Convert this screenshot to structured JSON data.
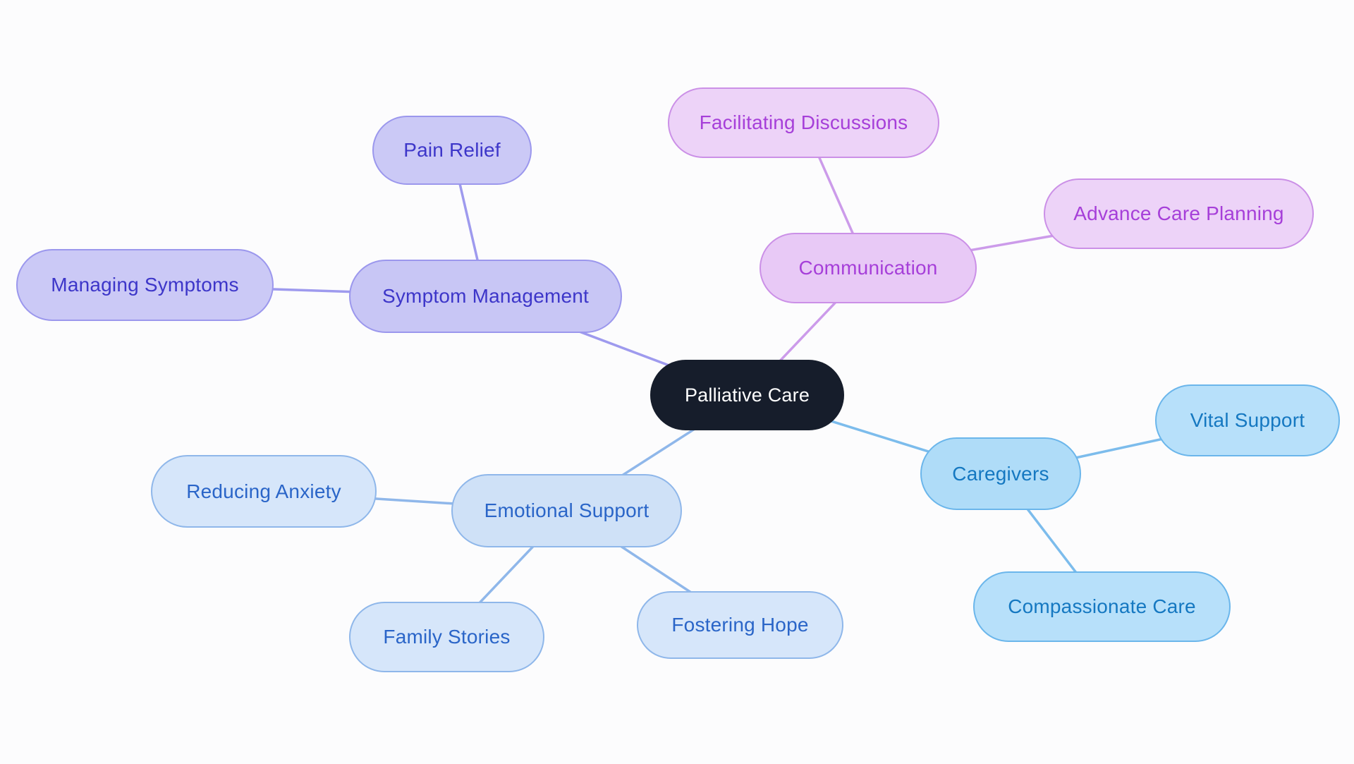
{
  "canvas": {
    "background": "#FCFCFD"
  },
  "mindmap": {
    "root": {
      "label": "Palliative Care",
      "fill": "#161D2B",
      "text_color": "#FFFFFF"
    },
    "branches": [
      {
        "label": "Symptom Management",
        "fill": "#C8C6F5",
        "child_fill": "#CBC9F6",
        "border": "#9B97ED",
        "text_color": "#3D36C9",
        "line_color": "#9E9AEE",
        "children": [
          {
            "label": "Pain Relief"
          },
          {
            "label": "Managing Symptoms"
          }
        ]
      },
      {
        "label": "Communication",
        "fill": "#E8C9F6",
        "child_fill": "#EDD3F8",
        "border": "#CB90E7",
        "text_color": "#A63FD9",
        "line_color": "#CC9BEA",
        "children": [
          {
            "label": "Facilitating Discussions"
          },
          {
            "label": "Advance Care Planning"
          }
        ]
      },
      {
        "label": "Caregivers",
        "fill": "#AFDCF8",
        "child_fill": "#B7E0FA",
        "border": "#6BB6EB",
        "text_color": "#1578C1",
        "line_color": "#7CBCEC",
        "children": [
          {
            "label": "Vital Support"
          },
          {
            "label": "Compassionate Care"
          }
        ]
      },
      {
        "label": "Emotional Support",
        "fill": "#CFE1F7",
        "child_fill": "#D6E6FA",
        "border": "#8FB7EA",
        "text_color": "#2A65C8",
        "line_color": "#8FB7EA",
        "children": [
          {
            "label": "Reducing Anxiety"
          },
          {
            "label": "Family Stories"
          },
          {
            "label": "Fostering Hope"
          }
        ]
      }
    ]
  }
}
